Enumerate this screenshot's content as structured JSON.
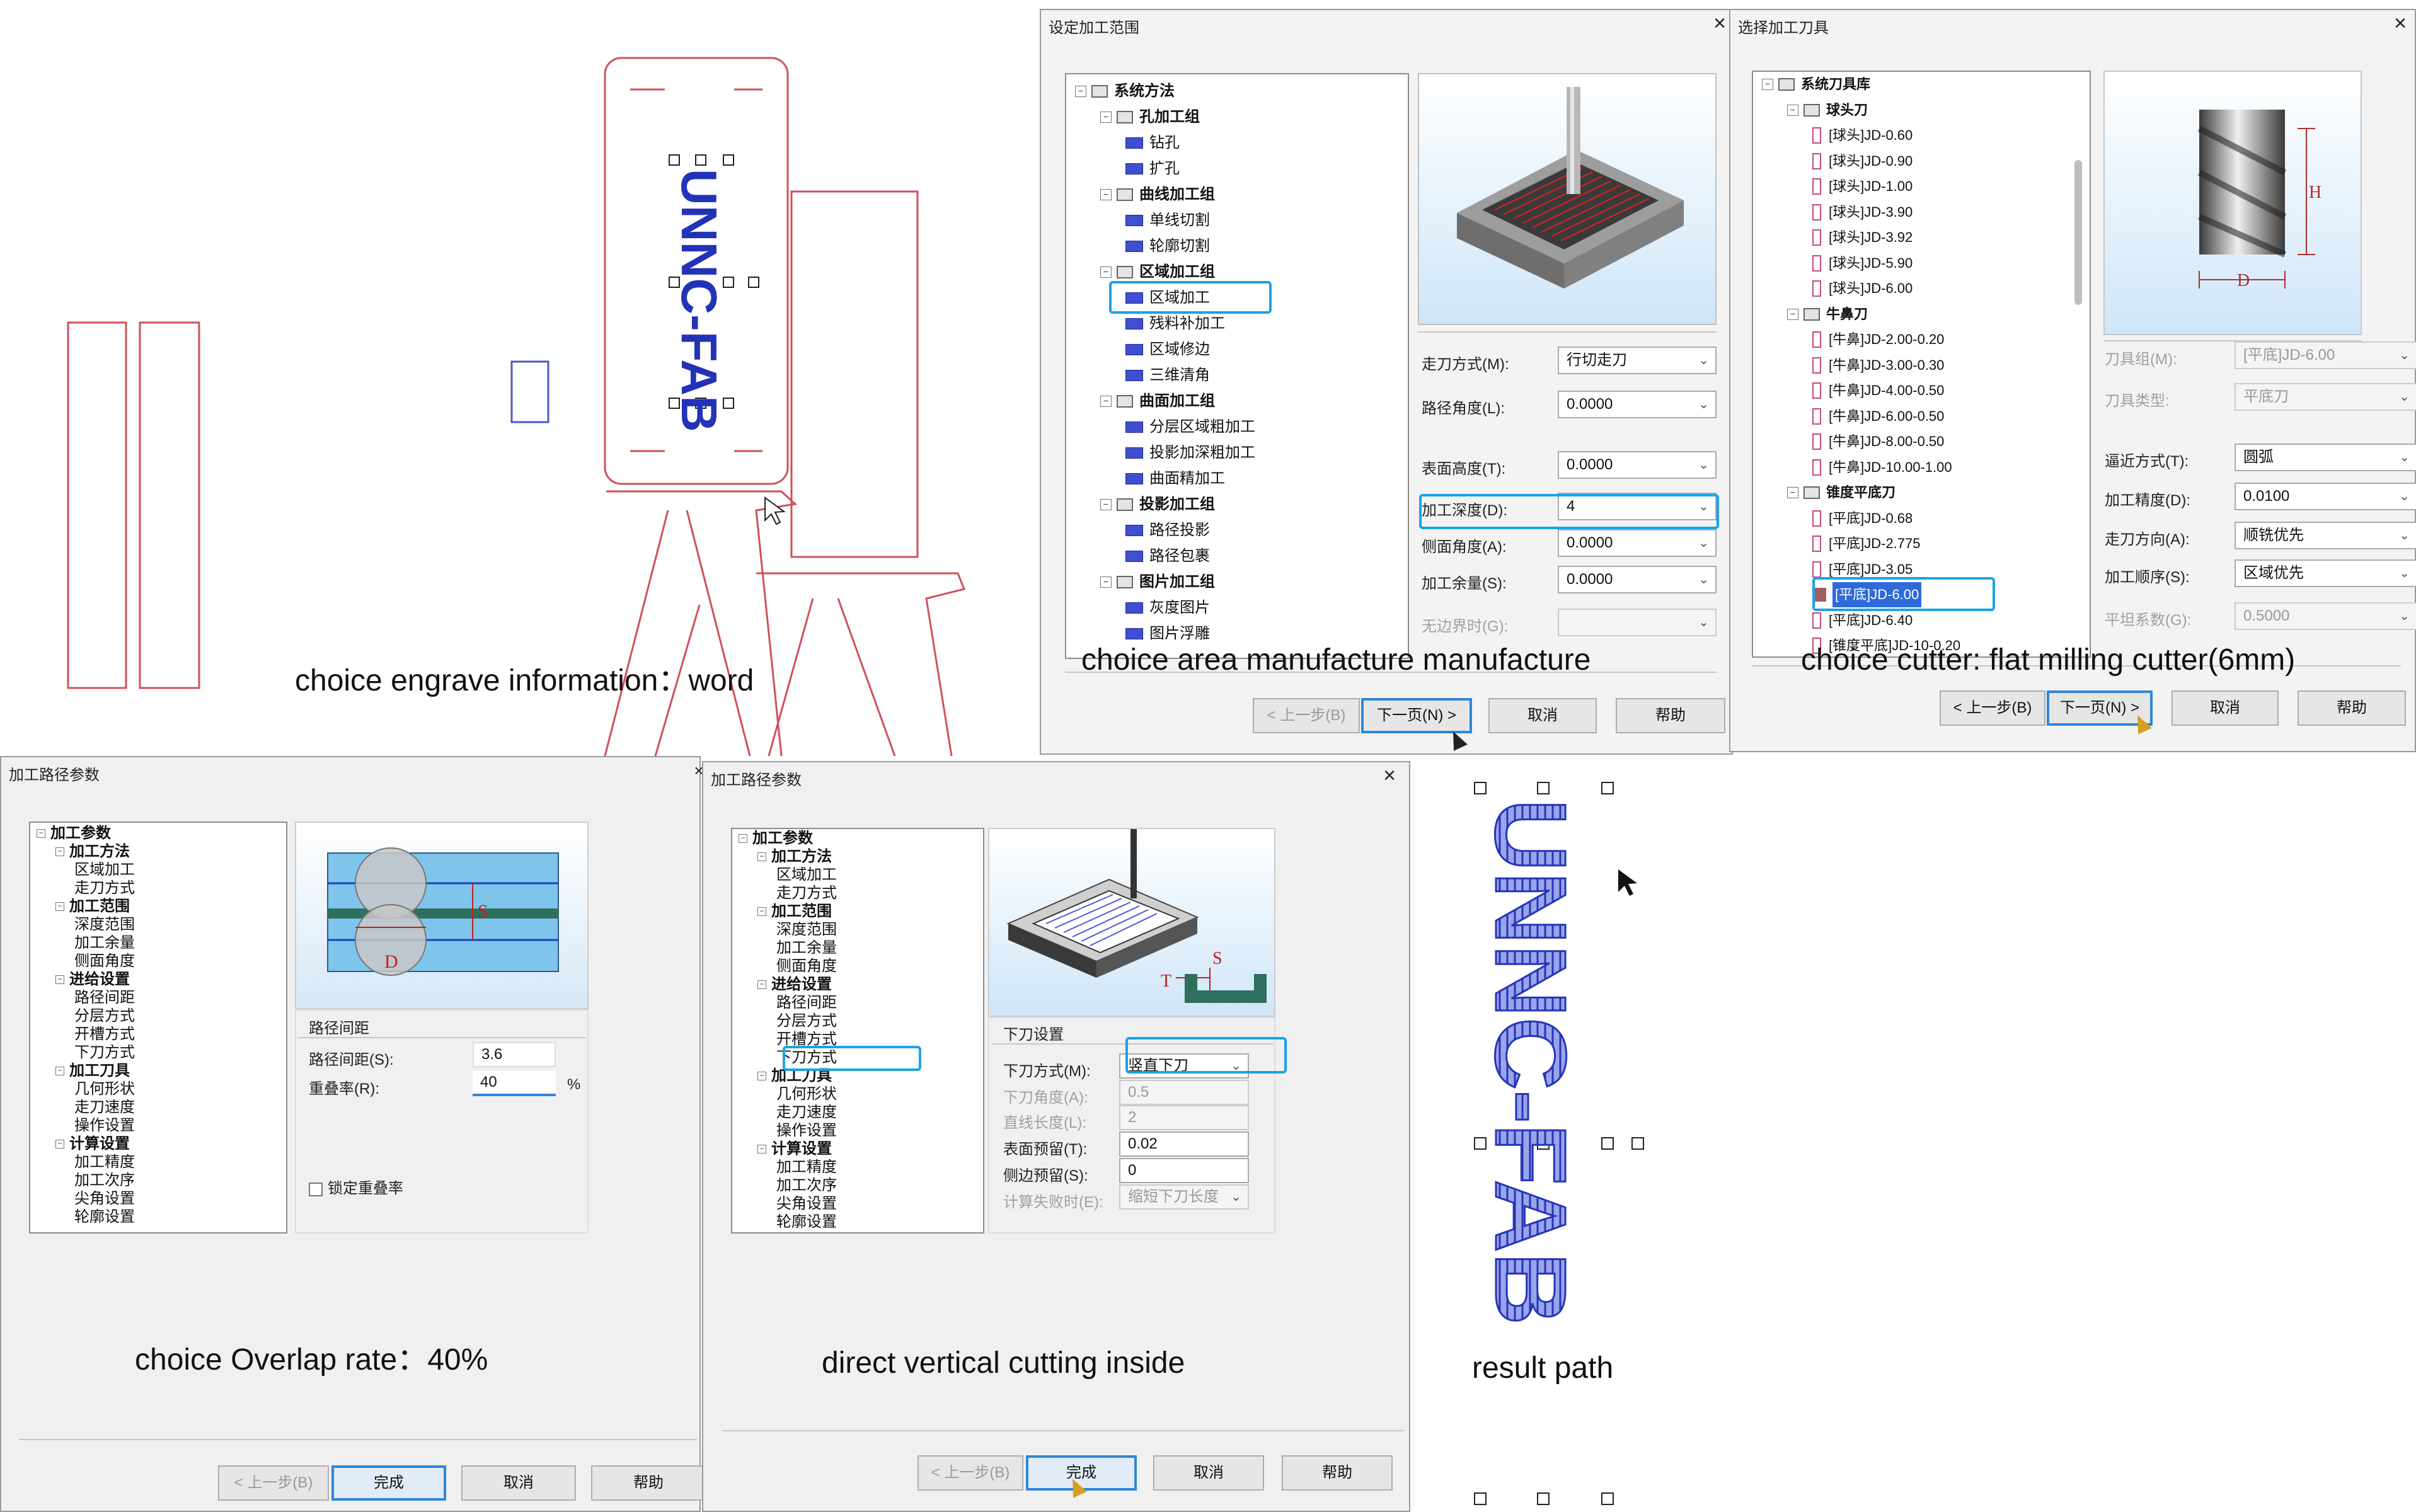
{
  "captions": {
    "engrave": "choice engrave information：word",
    "area": "choice area manufacture manufacture",
    "cutter": "choice cutter: flat milling cutter(6mm)",
    "overlap": "choice Overlap rate：40%",
    "vertical": "direct vertical cutting inside",
    "result": "result path"
  },
  "design": {
    "engrave_text": "UNNC-FAB",
    "result_text": "UNNC-FAB"
  },
  "dialog_range": {
    "title": "设定加工范围",
    "close": "×",
    "tree": [
      {
        "label": "系统方法",
        "level": 0,
        "kind": "root"
      },
      {
        "label": "孔加工组",
        "level": 1,
        "kind": "group"
      },
      {
        "label": "钻孔",
        "level": 2,
        "kind": "item"
      },
      {
        "label": "扩孔",
        "level": 2,
        "kind": "item"
      },
      {
        "label": "曲线加工组",
        "level": 1,
        "kind": "group"
      },
      {
        "label": "单线切割",
        "level": 2,
        "kind": "item"
      },
      {
        "label": "轮廓切割",
        "level": 2,
        "kind": "item"
      },
      {
        "label": "区域加工组",
        "level": 1,
        "kind": "group"
      },
      {
        "label": "区域加工",
        "level": 2,
        "kind": "item"
      },
      {
        "label": "残料补加工",
        "level": 2,
        "kind": "item"
      },
      {
        "label": "区域修边",
        "level": 2,
        "kind": "item"
      },
      {
        "label": "三维清角",
        "level": 2,
        "kind": "item"
      },
      {
        "label": "曲面加工组",
        "level": 1,
        "kind": "group"
      },
      {
        "label": "分层区域粗加工",
        "level": 2,
        "kind": "item"
      },
      {
        "label": "投影加深粗加工",
        "level": 2,
        "kind": "item"
      },
      {
        "label": "曲面精加工",
        "level": 2,
        "kind": "item"
      },
      {
        "label": "投影加工组",
        "level": 1,
        "kind": "group"
      },
      {
        "label": "路径投影",
        "level": 2,
        "kind": "item"
      },
      {
        "label": "路径包裹",
        "level": 2,
        "kind": "item"
      },
      {
        "label": "图片加工组",
        "level": 1,
        "kind": "group"
      },
      {
        "label": "灰度图片",
        "level": 2,
        "kind": "item"
      },
      {
        "label": "图片浮雕",
        "level": 2,
        "kind": "item"
      }
    ],
    "fields": [
      {
        "label": "走刀方式(M):",
        "value": "行切走刀",
        "disabled": false
      },
      {
        "label": "路径角度(L):",
        "value": "0.0000",
        "disabled": false
      },
      {
        "label": "表面高度(T):",
        "value": "0.0000",
        "disabled": false
      },
      {
        "label": "加工深度(D):",
        "value": "4",
        "disabled": false
      },
      {
        "label": "侧面角度(A):",
        "value": "0.0000",
        "disabled": false
      },
      {
        "label": "加工余量(S):",
        "value": "0.0000",
        "disabled": false
      },
      {
        "label": "无边界时(G):",
        "value": "",
        "disabled": true
      }
    ],
    "buttons": {
      "prev": "< 上一步(B)",
      "next": "下一页(N) >",
      "cancel": "取消",
      "help": "帮助"
    }
  },
  "dialog_tool": {
    "title": "选择加工刀具",
    "close": "×",
    "tree": [
      {
        "label": "系统刀具库",
        "level": 0,
        "kind": "root"
      },
      {
        "label": "球头刀",
        "level": 1,
        "kind": "group"
      },
      {
        "label": "[球头]JD-0.60",
        "level": 2,
        "kind": "tool"
      },
      {
        "label": "[球头]JD-0.90",
        "level": 2,
        "kind": "tool"
      },
      {
        "label": "[球头]JD-1.00",
        "level": 2,
        "kind": "tool"
      },
      {
        "label": "[球头]JD-3.90",
        "level": 2,
        "kind": "tool"
      },
      {
        "label": "[球头]JD-3.92",
        "level": 2,
        "kind": "tool"
      },
      {
        "label": "[球头]JD-5.90",
        "level": 2,
        "kind": "tool"
      },
      {
        "label": "[球头]JD-6.00",
        "level": 2,
        "kind": "tool"
      },
      {
        "label": "牛鼻刀",
        "level": 1,
        "kind": "group"
      },
      {
        "label": "[牛鼻]JD-2.00-0.20",
        "level": 2,
        "kind": "tool"
      },
      {
        "label": "[牛鼻]JD-3.00-0.30",
        "level": 2,
        "kind": "tool"
      },
      {
        "label": "[牛鼻]JD-4.00-0.50",
        "level": 2,
        "kind": "tool"
      },
      {
        "label": "[牛鼻]JD-6.00-0.50",
        "level": 2,
        "kind": "tool"
      },
      {
        "label": "[牛鼻]JD-8.00-0.50",
        "level": 2,
        "kind": "tool"
      },
      {
        "label": "[牛鼻]JD-10.00-1.00",
        "level": 2,
        "kind": "tool"
      },
      {
        "label": "锥度平底刀",
        "level": 1,
        "kind": "group"
      },
      {
        "label": "[平底]JD-0.68",
        "level": 2,
        "kind": "tool"
      },
      {
        "label": "[平底]JD-2.775",
        "level": 2,
        "kind": "tool"
      },
      {
        "label": "[平底]JD-3.05",
        "level": 2,
        "kind": "tool"
      },
      {
        "label": "[平底]JD-6.00",
        "level": 2,
        "kind": "selected"
      },
      {
        "label": "[平底]JD-6.40",
        "level": 2,
        "kind": "tool"
      },
      {
        "label": "[锥度平底]JD-10-0.20",
        "level": 2,
        "kind": "tool"
      }
    ],
    "diagram": {
      "h": "H",
      "d": "D"
    },
    "fields": [
      {
        "label": "刀具组(M):",
        "value": "[平底]JD-6.00",
        "disabled": true
      },
      {
        "label": "刀具类型:",
        "value": "平底刀",
        "disabled": true
      },
      {
        "label": "逼近方式(T):",
        "value": "圆弧",
        "disabled": false
      },
      {
        "label": "加工精度(D):",
        "value": "0.0100",
        "disabled": false
      },
      {
        "label": "走刀方向(A):",
        "value": "顺铣优先",
        "disabled": false
      },
      {
        "label": "加工顺序(S):",
        "value": "区域优先",
        "disabled": false
      },
      {
        "label": "平坦系数(G):",
        "value": "0.5000",
        "disabled": true
      }
    ],
    "buttons": {
      "prev": "< 上一步(B)",
      "next": "下一页(N) >",
      "cancel": "取消",
      "help": "帮助"
    }
  },
  "dialog_path1": {
    "title": "加工路径参数",
    "close": "×",
    "tree": [
      {
        "label": "加工参数",
        "level": 0
      },
      {
        "label": "加工方法",
        "level": 1
      },
      {
        "label": "区域加工",
        "level": 2
      },
      {
        "label": "走刀方式",
        "level": 2
      },
      {
        "label": "加工范围",
        "level": 1
      },
      {
        "label": "深度范围",
        "level": 2
      },
      {
        "label": "加工余量",
        "level": 2
      },
      {
        "label": "侧面角度",
        "level": 2
      },
      {
        "label": "进给设置",
        "level": 1
      },
      {
        "label": "路径间距",
        "level": 2
      },
      {
        "label": "分层方式",
        "level": 2
      },
      {
        "label": "开槽方式",
        "level": 2
      },
      {
        "label": "下刀方式",
        "level": 2
      },
      {
        "label": "加工刀具",
        "level": 1
      },
      {
        "label": "几何形状",
        "level": 2
      },
      {
        "label": "走刀速度",
        "level": 2
      },
      {
        "label": "操作设置",
        "level": 2
      },
      {
        "label": "计算设置",
        "level": 1
      },
      {
        "label": "加工精度",
        "level": 2
      },
      {
        "label": "加工次序",
        "level": 2
      },
      {
        "label": "尖角设置",
        "level": 2
      },
      {
        "label": "轮廓设置",
        "level": 2
      }
    ],
    "diagram": {
      "s": "S",
      "d": "D"
    },
    "section": "路径间距",
    "fields": [
      {
        "label": "路径间距(S):",
        "value": "3.6",
        "unit": ""
      },
      {
        "label": "重叠率(R):",
        "value": "40",
        "unit": "%"
      }
    ],
    "lock_label": "锁定重叠率",
    "buttons": {
      "prev": "< 上一步(B)",
      "finish": "完成",
      "cancel": "取消",
      "help": "帮助"
    }
  },
  "dialog_path2": {
    "title": "加工路径参数",
    "close": "×",
    "tree": [
      {
        "label": "加工参数",
        "level": 0
      },
      {
        "label": "加工方法",
        "level": 1
      },
      {
        "label": "区域加工",
        "level": 2
      },
      {
        "label": "走刀方式",
        "level": 2
      },
      {
        "label": "加工范围",
        "level": 1
      },
      {
        "label": "深度范围",
        "level": 2
      },
      {
        "label": "加工余量",
        "level": 2
      },
      {
        "label": "侧面角度",
        "level": 2
      },
      {
        "label": "进给设置",
        "level": 1
      },
      {
        "label": "路径间距",
        "level": 2
      },
      {
        "label": "分层方式",
        "level": 2
      },
      {
        "label": "开槽方式",
        "level": 2
      },
      {
        "label": "下刀方式",
        "level": 2
      },
      {
        "label": "加工刀具",
        "level": 1
      },
      {
        "label": "几何形状",
        "level": 2
      },
      {
        "label": "走刀速度",
        "level": 2
      },
      {
        "label": "操作设置",
        "level": 2
      },
      {
        "label": "计算设置",
        "level": 1
      },
      {
        "label": "加工精度",
        "level": 2
      },
      {
        "label": "加工次序",
        "level": 2
      },
      {
        "label": "尖角设置",
        "level": 2
      },
      {
        "label": "轮廓设置",
        "level": 2
      }
    ],
    "diagram": {
      "s": "S",
      "t": "T"
    },
    "section": "下刀设置",
    "fields": [
      {
        "label": "下刀方式(M):",
        "value": "竖直下刀",
        "disabled": false,
        "combo": true
      },
      {
        "label": "下刀角度(A):",
        "value": "0.5",
        "disabled": true,
        "combo": false
      },
      {
        "label": "直线长度(L):",
        "value": "2",
        "disabled": true,
        "combo": false
      },
      {
        "label": "表面预留(T):",
        "value": "0.02",
        "disabled": false,
        "combo": false
      },
      {
        "label": "侧边预留(S):",
        "value": "0",
        "disabled": false,
        "combo": false
      },
      {
        "label": "计算失败时(E):",
        "value": "缩短下刀长度",
        "disabled": true,
        "combo": true
      }
    ],
    "buttons": {
      "prev": "< 上一步(B)",
      "finish": "完成",
      "cancel": "取消",
      "help": "帮助"
    }
  }
}
